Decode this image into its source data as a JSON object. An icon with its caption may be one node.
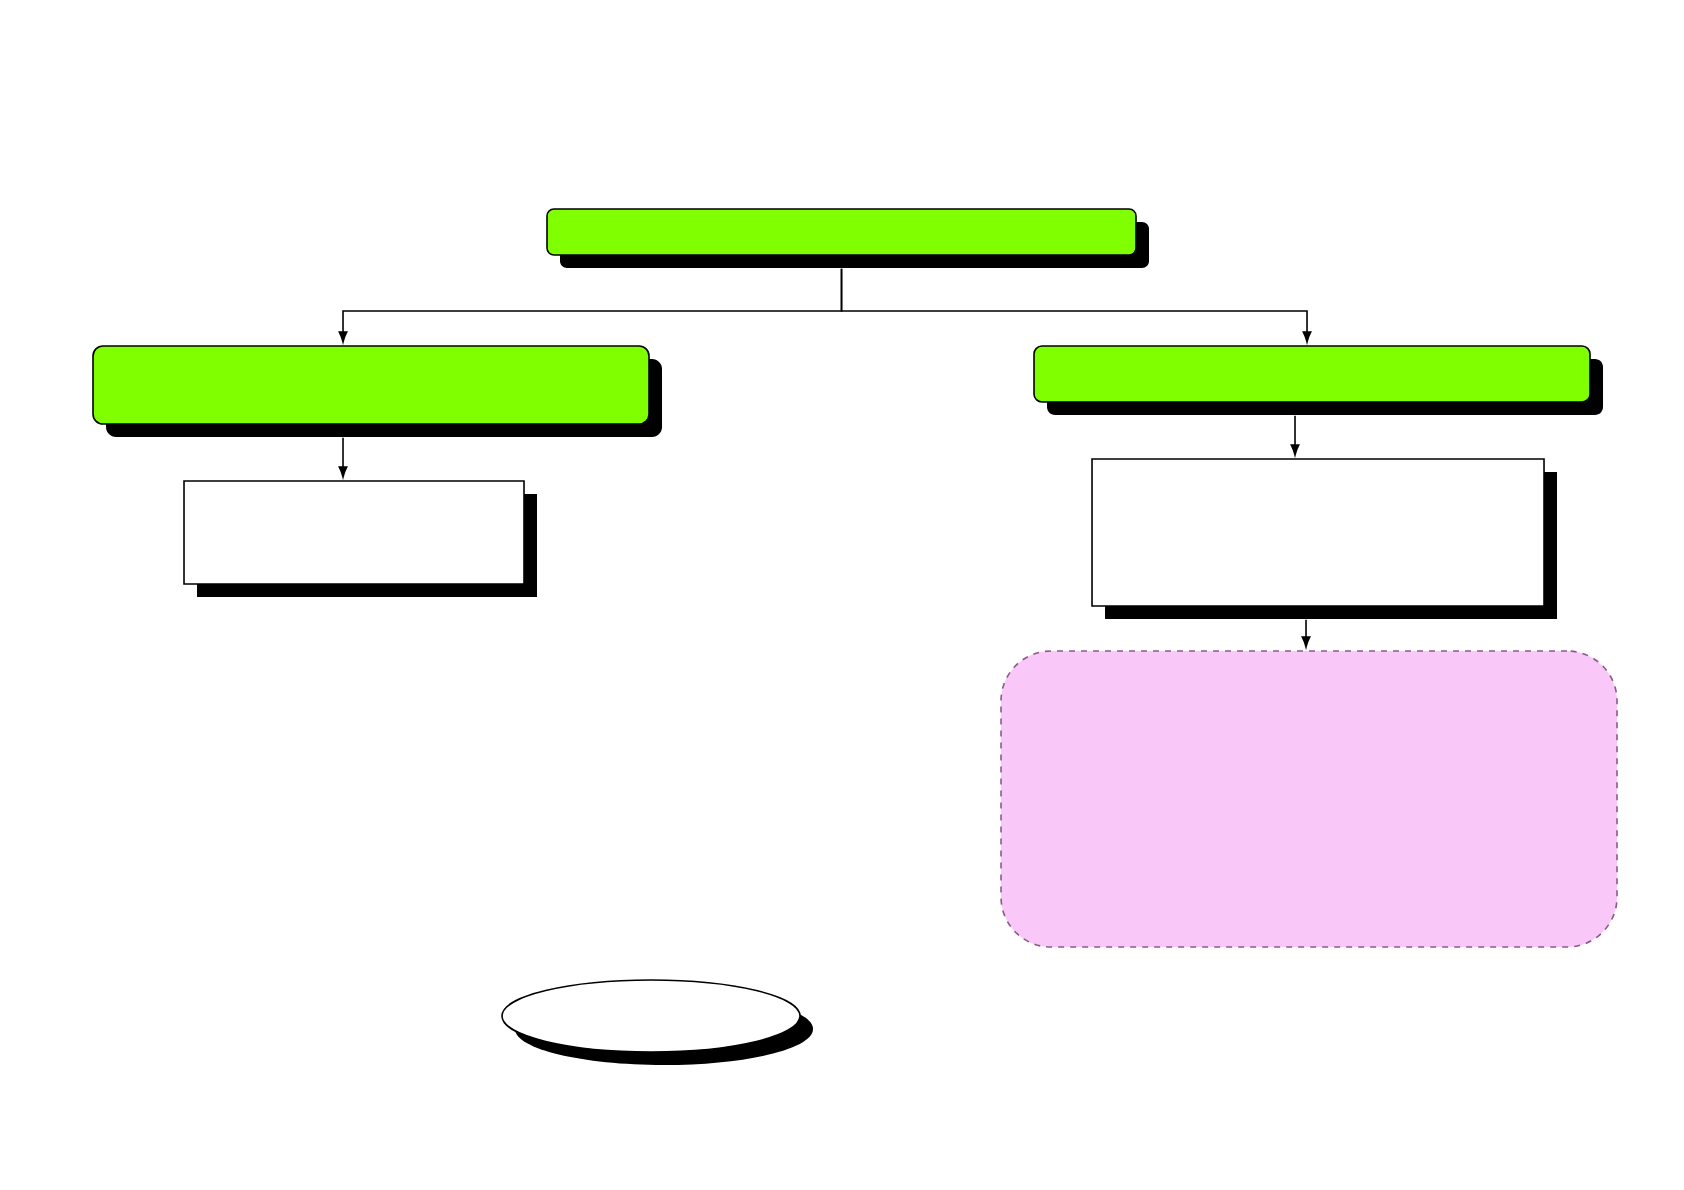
{
  "diagram": {
    "nodes": [
      {
        "text": [],
        "shape": "box"
      },
      {
        "text": [],
        "shape": "box"
      },
      {
        "text": [],
        "shape": "box"
      },
      {
        "text": [],
        "shape": "box"
      },
      {
        "text": [],
        "shape": "box"
      },
      {
        "text": [],
        "shape": "box"
      },
      {
        "text": [],
        "shape": "ellipse"
      }
    ],
    "edges": [
      {
        "from": 0,
        "to": 1,
        "arrow": "to"
      },
      {
        "from": 0,
        "to": 2,
        "arrow": "to"
      },
      {
        "from": 1,
        "to": 3,
        "arrow": "to"
      },
      {
        "from": 2,
        "to": 4,
        "arrow": "to"
      },
      {
        "from": 4,
        "to": 5,
        "arrow": "to"
      }
    ]
  }
}
